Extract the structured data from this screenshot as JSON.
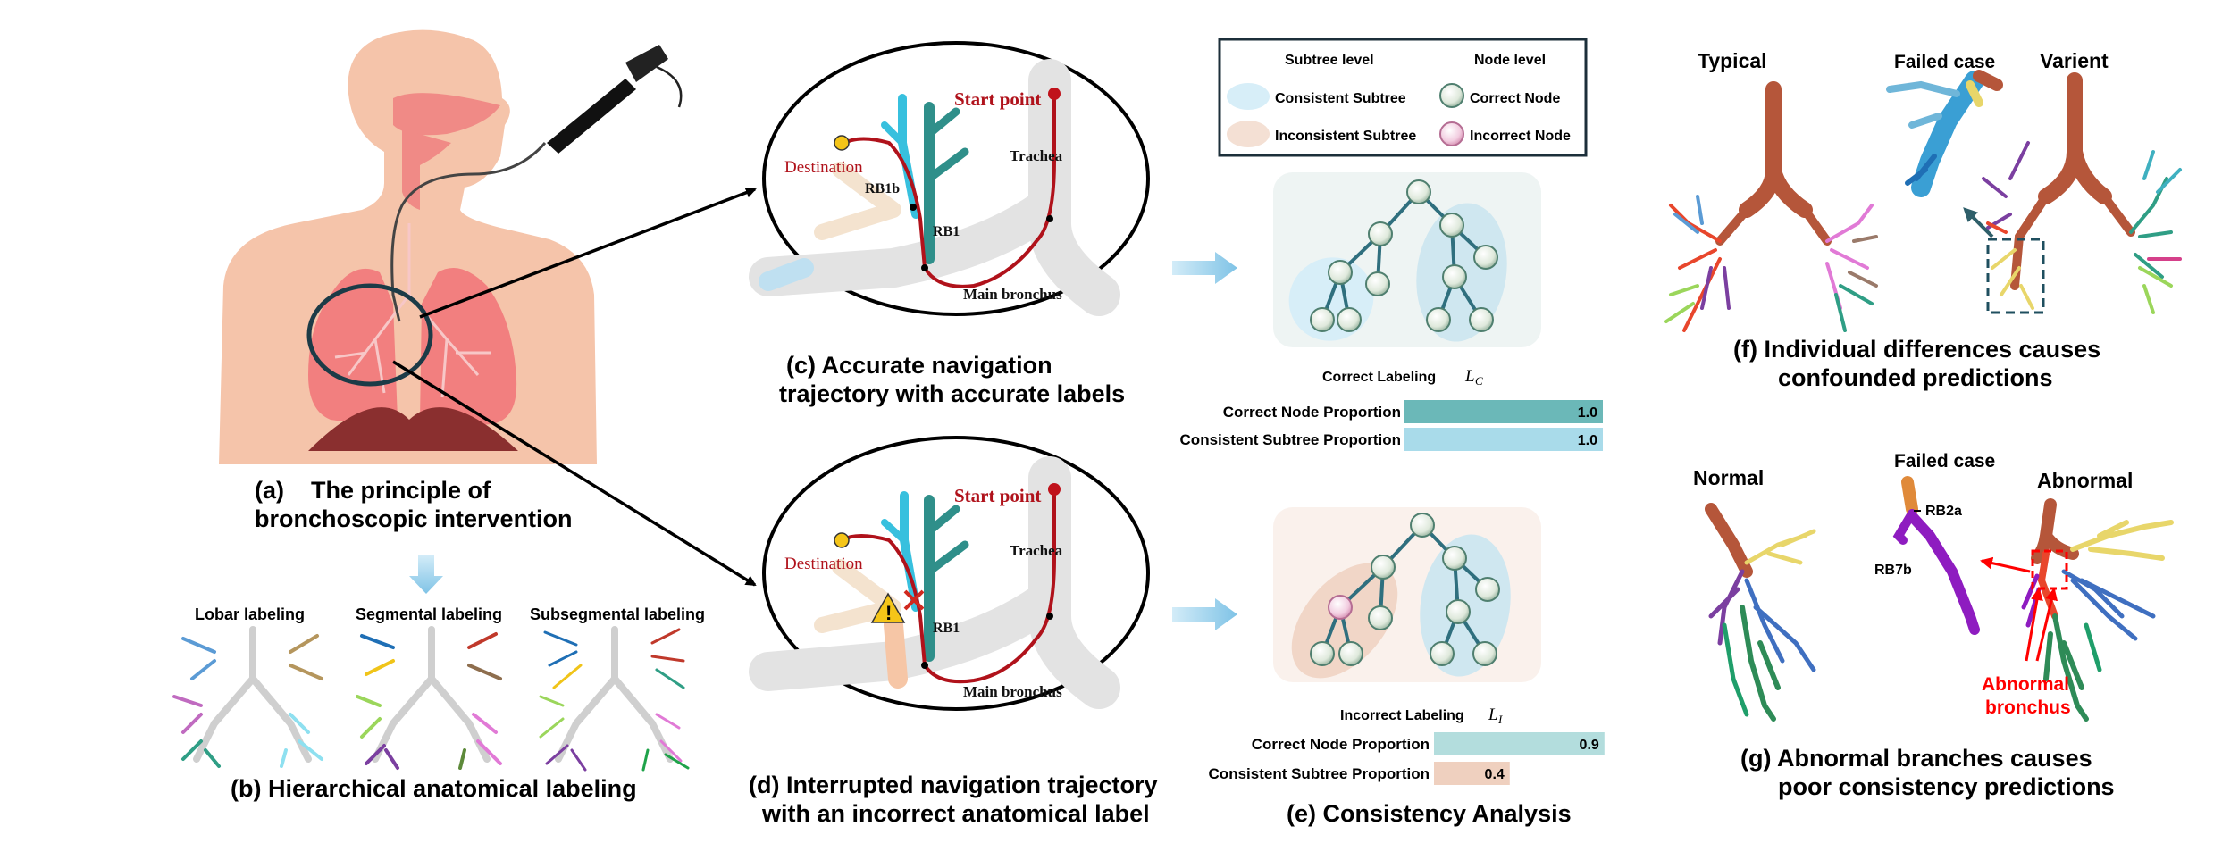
{
  "panel_a": {
    "caption_letter": "(a)",
    "caption_line1": "The principle of",
    "caption_line2": "bronchoscopic intervention"
  },
  "panel_b": {
    "labels": [
      "Lobar labeling",
      "Segmental labeling",
      "Subsegmental labeling"
    ],
    "caption": "(b) Hierarchical anatomical labeling"
  },
  "panel_c": {
    "start_point": "Start point",
    "destination": "Destination",
    "trachea": "Trachea",
    "rb1b": "RB1b",
    "rb1": "RB1",
    "main_bronchus": "Main bronchus",
    "caption_line1": "(c) Accurate navigation",
    "caption_line2": "trajectory with accurate labels"
  },
  "panel_d": {
    "start_point": "Start point",
    "destination": "Destination",
    "trachea": "Trachea",
    "rb1": "RB1",
    "main_bronchus": "Main bronchus",
    "caption_line1": "(d) Interrupted  navigation trajectory",
    "caption_line2": "with an incorrect anatomical label"
  },
  "legend": {
    "subtree_level": "Subtree level",
    "node_level": "Node level",
    "consistent_subtree": "Consistent Subtree",
    "inconsistent_subtree": "Inconsistent Subtree",
    "correct_node": "Correct Node",
    "incorrect_node": "Incorrect Node"
  },
  "panel_e": {
    "correct_title": "Correct Labeling",
    "correct_symbol": "L",
    "correct_sub": "C",
    "incorrect_title": "Incorrect Labeling",
    "incorrect_symbol": "L",
    "incorrect_sub": "I",
    "caption": "(e) Consistency Analysis"
  },
  "chart_data": [
    {
      "type": "bar",
      "orientation": "horizontal",
      "title": "Correct Labeling L_C",
      "categories": [
        "Correct Node Proportion",
        "Consistent Subtree Proportion"
      ],
      "values": [
        1.0,
        1.0
      ],
      "value_labels": [
        "1.0",
        "1.0"
      ],
      "colors": [
        "#6bb8b8",
        "#a9dbea"
      ],
      "xlim": [
        0,
        1.0
      ]
    },
    {
      "type": "bar",
      "orientation": "horizontal",
      "title": "Incorrect Labeling L_I",
      "categories": [
        "Correct Node Proportion",
        "Consistent Subtree Proportion"
      ],
      "values": [
        0.9,
        0.4
      ],
      "value_labels": [
        "0.9",
        "0.4"
      ],
      "colors": [
        "#b3dddd",
        "#efd0bf"
      ],
      "xlim": [
        0,
        1.0
      ]
    }
  ],
  "panel_f": {
    "typical": "Typical",
    "failed_case": "Failed case",
    "varient": "Varient",
    "caption_line1": "(f) Individual differences causes",
    "caption_line2": "confounded predictions"
  },
  "panel_g": {
    "normal": "Normal",
    "failed_case": "Failed case",
    "abnormal": "Abnormal",
    "rb2a": "RB2a",
    "rb7b": "RB7b",
    "abnormal_line1": "Abnormal",
    "abnormal_line2": "bronchus",
    "caption_line1": "(g) Abnormal branches causes",
    "caption_line2": "poor  consistency predictions"
  },
  "colors": {
    "skin": "#f5c4aa",
    "lung": "#f27f7f",
    "trajectory": "#b0121b",
    "tree_link": "#2f6f7e",
    "node_fill": "#e6efe4",
    "airway_brown": "#b5563a",
    "annotation_red": "#ff0000"
  }
}
